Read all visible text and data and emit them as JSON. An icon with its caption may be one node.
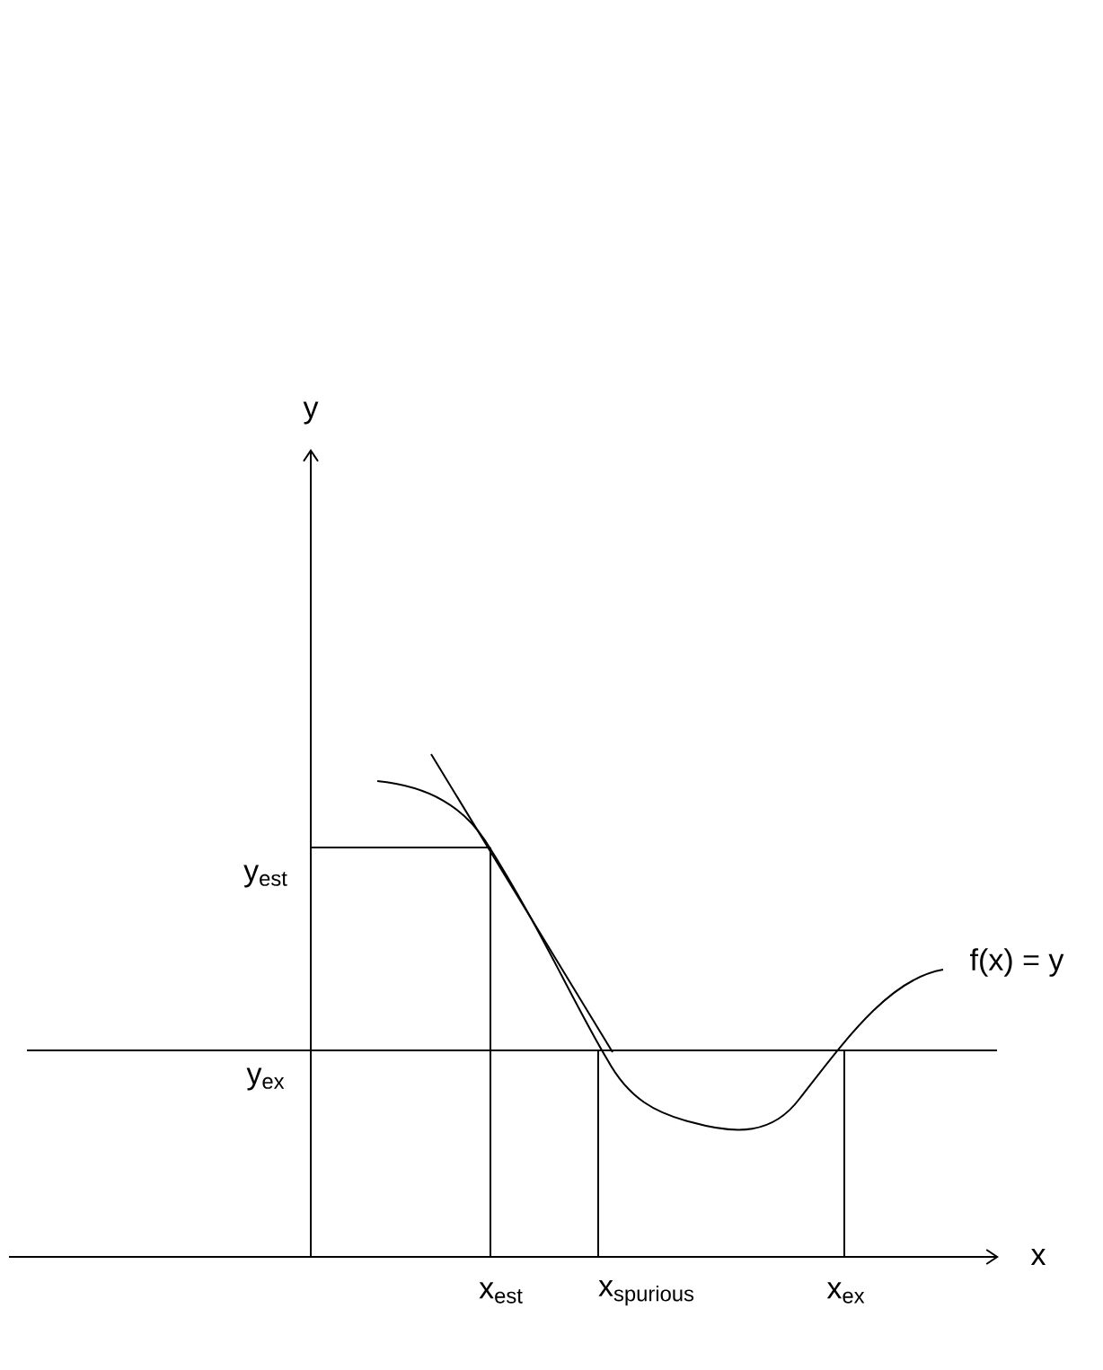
{
  "diagram": {
    "labels": [
      "y",
      "y$_{est}$",
      "f(x) = y",
      "y$_{ex}$",
      "x",
      "x$_{est}$",
      "x$_{spurious}$",
      "x$_{ex}$"
    ]
  }
}
